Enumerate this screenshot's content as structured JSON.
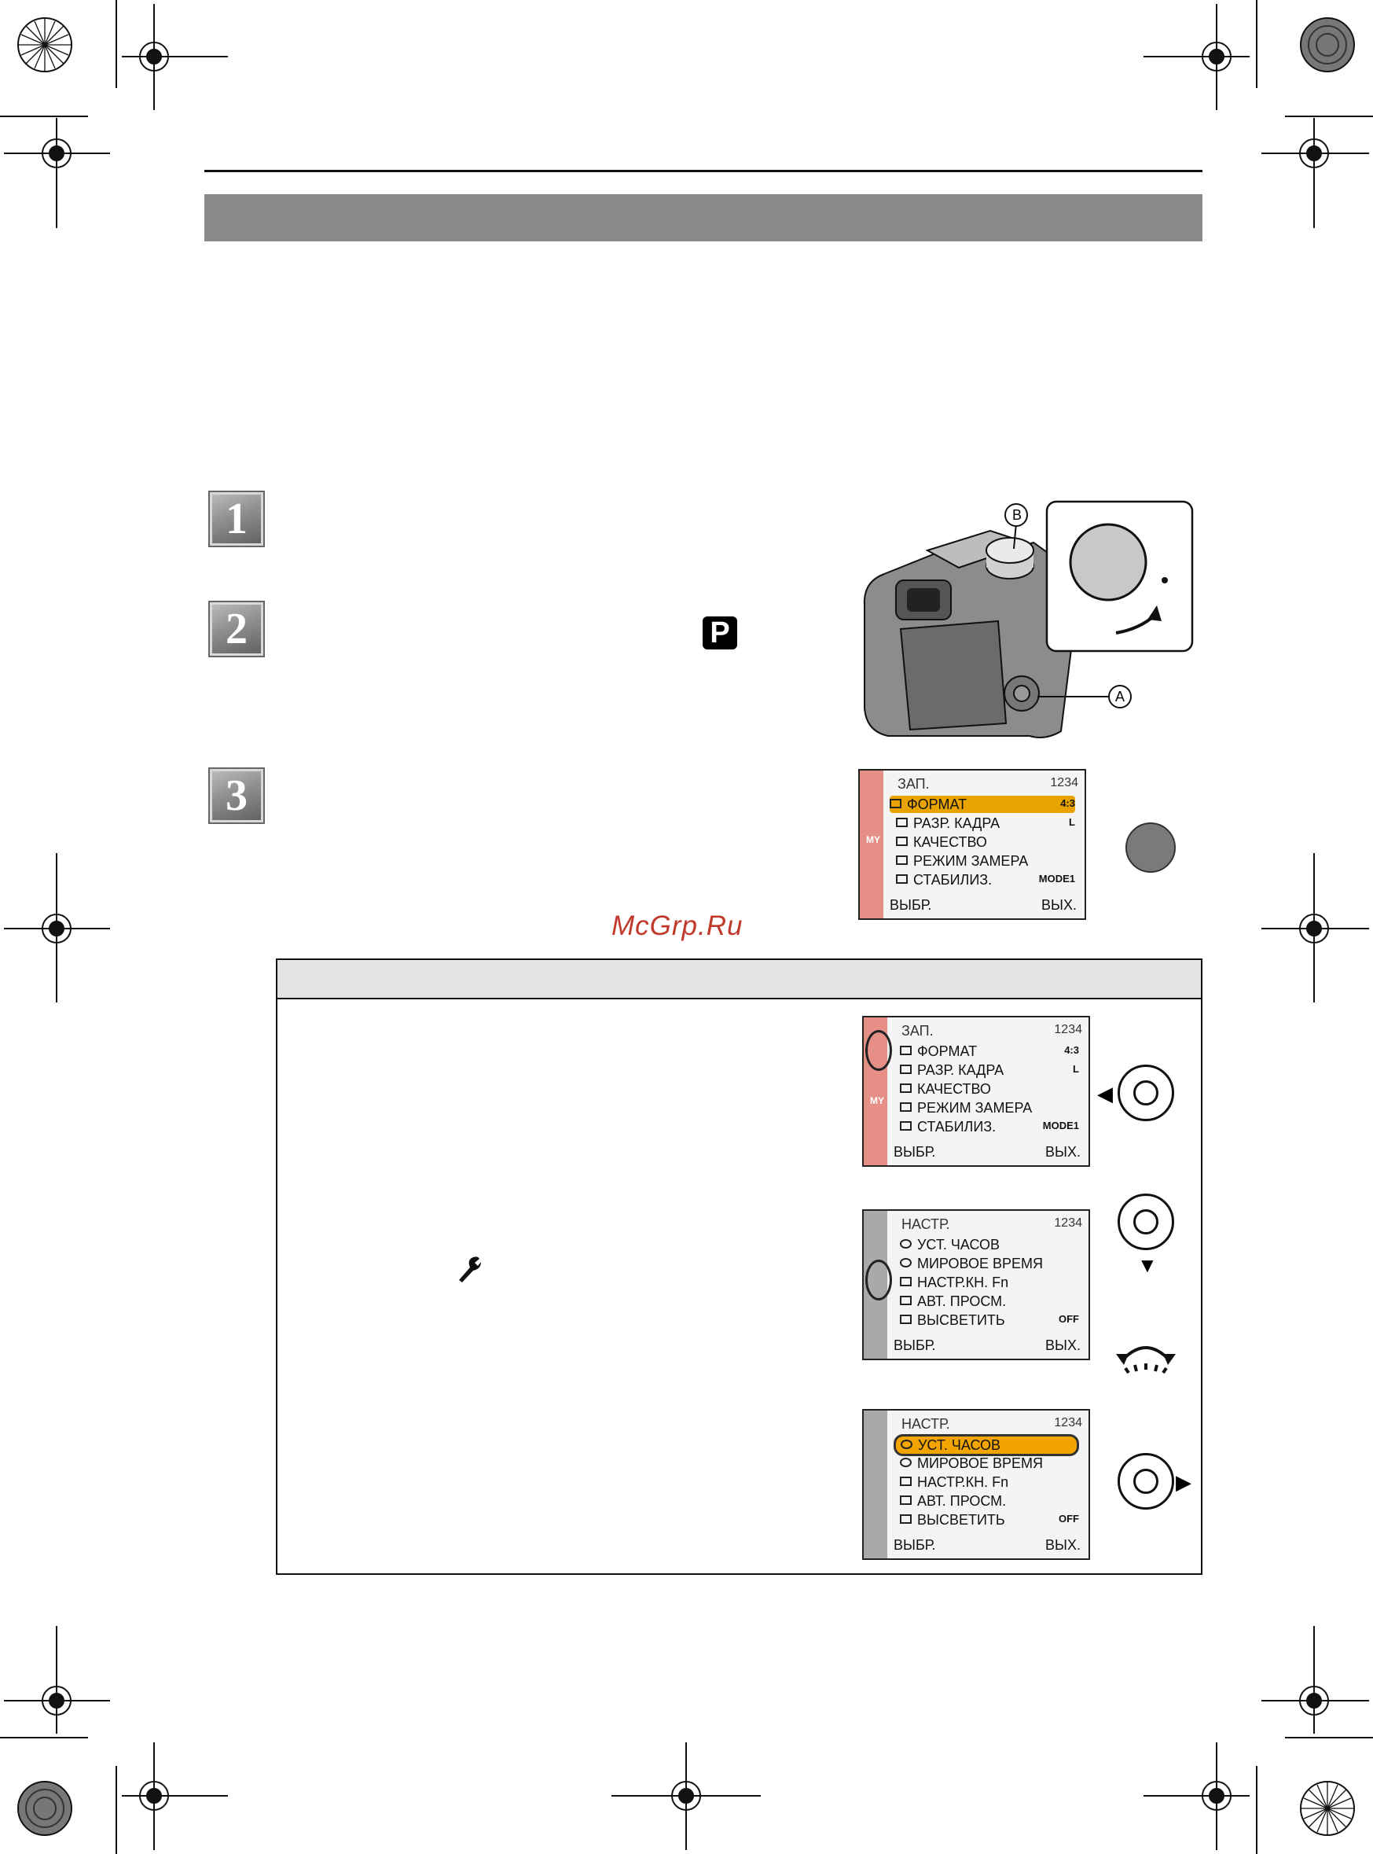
{
  "step_numbers": [
    "1",
    "2",
    "3"
  ],
  "mode_letter": "P",
  "labels": {
    "callout_a": "A",
    "callout_b": "B"
  },
  "watermark": "McGrp.Ru",
  "screens": {
    "rec": {
      "title": "ЗАП.",
      "pages": "1234",
      "rows": [
        {
          "label": "ФОРМАТ",
          "value": "4:3"
        },
        {
          "label": "РАЗР. КАДРА",
          "value": "L"
        },
        {
          "label": "КАЧЕСТВО",
          "value": ""
        },
        {
          "label": "РЕЖИМ ЗАМЕРА",
          "value": ""
        },
        {
          "label": "СТАБИЛИЗ.",
          "value": "MODE1"
        }
      ],
      "foot_left": "ВЫБР.",
      "foot_right": "ВЫХ."
    },
    "setup": {
      "title": "НАСТР.",
      "pages": "1234",
      "rows": [
        {
          "label": "УСТ. ЧАСОВ",
          "value": ""
        },
        {
          "label": "МИРОВОЕ ВРЕМЯ",
          "value": ""
        },
        {
          "label": "НАСТР.КН. Fn",
          "value": ""
        },
        {
          "label": "АВТ. ПРОСМ.",
          "value": ""
        },
        {
          "label": "ВЫСВЕТИТЬ",
          "value": "OFF"
        }
      ],
      "foot_left": "ВЫБР.",
      "foot_right": "ВЫХ."
    },
    "side_tabs": [
      "MY"
    ]
  },
  "icons": [
    "wrench-icon",
    "registration-mark-icon",
    "cursor-pad-icon",
    "rear-dial-icon"
  ]
}
